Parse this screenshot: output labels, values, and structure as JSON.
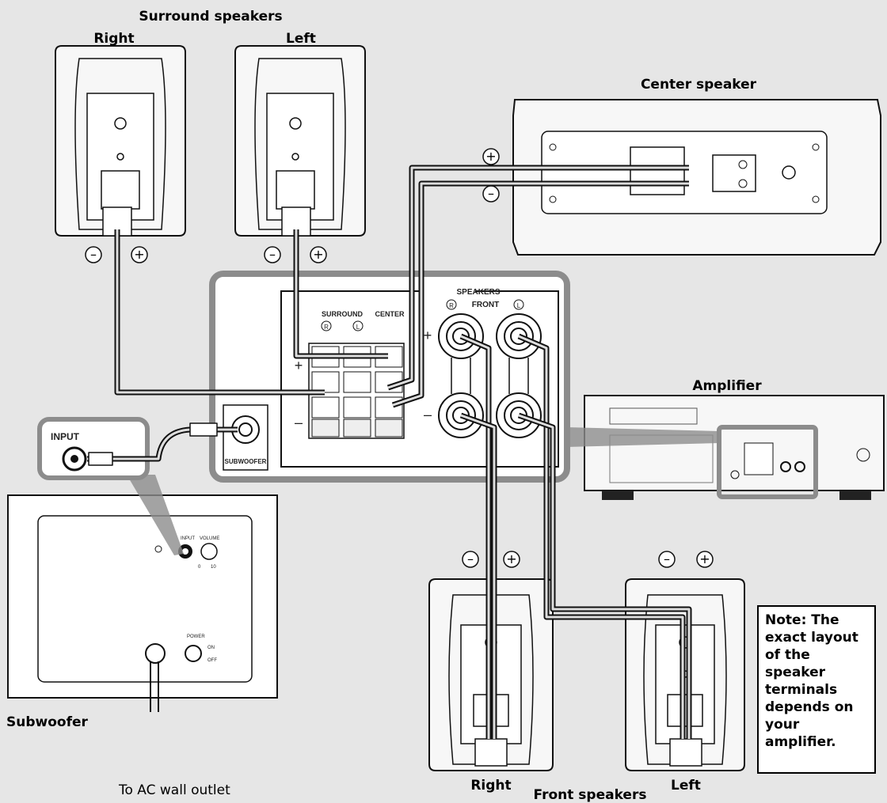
{
  "labels": {
    "surround_speakers": "Surround speakers",
    "surround_right": "Right",
    "surround_left": "Left",
    "center_speaker": "Center speaker",
    "amplifier": "Amplifier",
    "subwoofer": "Subwoofer",
    "ac_outlet": "To AC wall outlet",
    "front_right": "Right",
    "front_left": "Left",
    "front_speakers": "Front speakers"
  },
  "amp_panel": {
    "speakers": "SPEAKERS",
    "front": "FRONT",
    "surround": "SURROUND",
    "center": "CENTER",
    "subwoofer": "SUBWOOFER",
    "r_mark": "R",
    "l_mark": "L",
    "plus": "+",
    "minus": "–"
  },
  "subwoofer_panel": {
    "input": "INPUT",
    "input_small": "INPUT",
    "volume": "VOLUME",
    "vol_min": "0",
    "vol_max": "10",
    "power": "POWER",
    "on": "ON",
    "off": "OFF"
  },
  "polarity": {
    "plus": "+",
    "minus": "–"
  },
  "note": "Note: The exact layout of the speaker terminals depends on your amplifier."
}
